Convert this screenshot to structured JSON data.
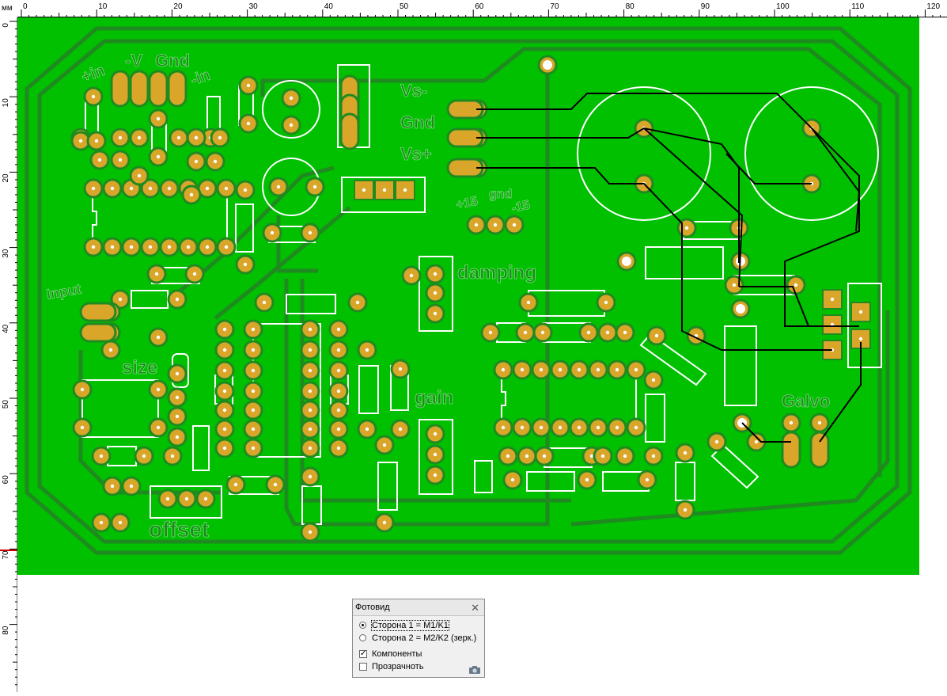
{
  "ruler": {
    "unit": "мм",
    "top_ticks": [
      "0",
      "10",
      "20",
      "30",
      "40",
      "50",
      "60",
      "70",
      "80",
      "90",
      "100",
      "110",
      "120"
    ],
    "left_ticks": [
      "0",
      "10",
      "20",
      "30",
      "40",
      "50",
      "60",
      "70",
      "80"
    ]
  },
  "board": {
    "labels": {
      "minus_v": "-V",
      "gnd_top": "Gnd",
      "plus_in": "+in",
      "minus_in": "-in",
      "vs_minus": "Vs-",
      "gnd_mid": "Gnd",
      "vs_plus": "Vs+",
      "plus15": "+15",
      "gnd_small": "gnd",
      "minus15": "-15",
      "damping": "damping",
      "input": "Input",
      "size": "size",
      "gain": "gain",
      "galvo": "Galvo",
      "offset": "offset"
    },
    "colors": {
      "board": "#00c000",
      "trace": "#1f8a1f",
      "pad": "#d9a62a",
      "silk": "#ffffff",
      "label": "#1f8a1f",
      "wire": "#000000"
    }
  },
  "dialog": {
    "title": "Фотовид",
    "side1": "Сторона 1 = M1/K1",
    "side2": "Сторона 2 = M2/K2 (зерк.)",
    "components": "Компоненты",
    "transparency": "Прозрачноть",
    "side1_selected": true,
    "components_checked": true,
    "transparency_checked": false
  }
}
